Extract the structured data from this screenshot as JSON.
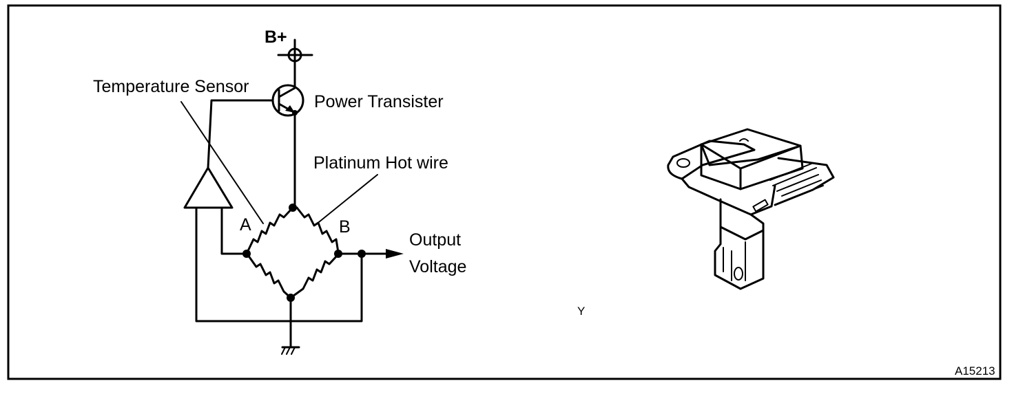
{
  "diagram": {
    "labels": {
      "supply": "B+",
      "temperature_sensor": "Temperature Sensor",
      "power_transistor": "Power Transister",
      "hot_wire": "Platinum Hot wire",
      "node_a": "A",
      "node_b": "B",
      "output_line1": "Output",
      "output_line2": "Voltage",
      "view_letter": "Y",
      "figure_code": "A15213"
    }
  }
}
